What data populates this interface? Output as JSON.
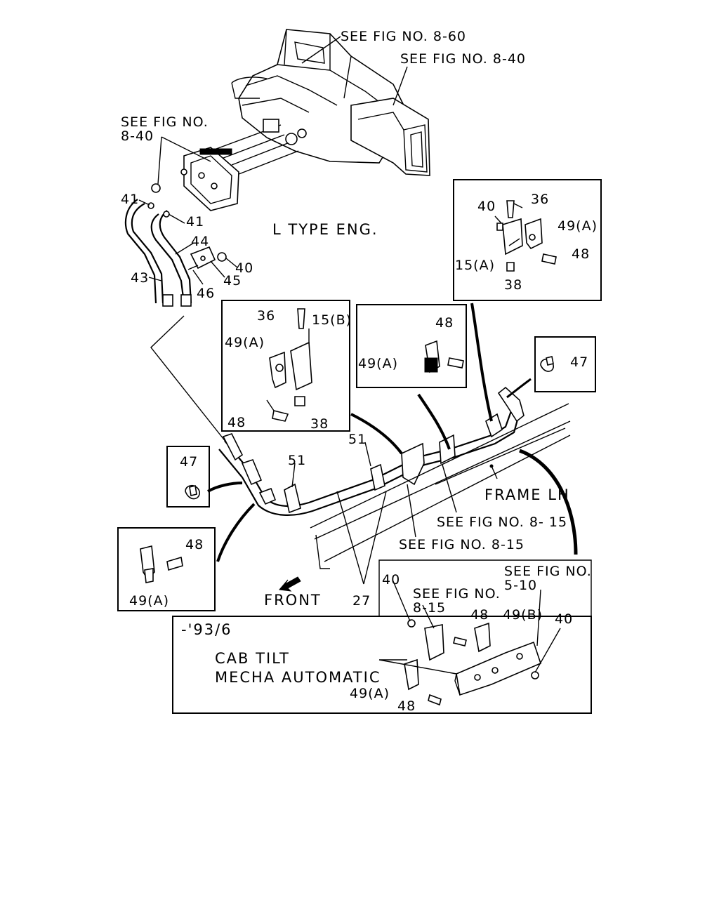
{
  "labels": {
    "see_fig_8_60": "SEE FIG NO. 8-60",
    "see_fig_8_40_top": "SEE FIG NO. 8-40",
    "see_fig_no_left_1": "SEE FIG NO.",
    "see_fig_no_left_2": "8-40",
    "type_eng": "L TYPE ENG.",
    "frame_lh": "FRAME LH",
    "see_fig_8_15_a": "SEE FIG NO. 8- 15",
    "see_fig_8_15_b": "SEE FIG NO. 8-15",
    "front": "FRONT",
    "date_code": "-'93/6",
    "cab_tilt": "CAB TILT",
    "mecha_automatic": "MECHA AUTOMATIC",
    "see_fig_5_10_1": "SEE FIG NO.",
    "see_fig_5_10_2": "5-10",
    "see_fig_8_15_c1": "SEE FIG NO.",
    "see_fig_8_15_c2": "8-15"
  },
  "callouts": {
    "p41a": "41",
    "p41b": "41",
    "p44": "44",
    "p43": "43",
    "p46": "46",
    "p45": "45",
    "p40a": "40",
    "p36a": "36",
    "p40b": "40",
    "p49a1": "49(A)",
    "p48a": "48",
    "p15a": "15(A)",
    "p38a": "38",
    "p36b": "36",
    "p15b": "15(B)",
    "p49a2": "49(A)",
    "p48b": "48",
    "p38b": "38",
    "p48c": "48",
    "p49a3": "49(A)",
    "p47a": "47",
    "p47b": "47",
    "p51a": "51",
    "p51b": "51",
    "p48d": "48",
    "p49a4": "49(A)",
    "p27": "27",
    "p40c": "40",
    "p48e": "48",
    "p49b": "49(B)",
    "p40d": "40",
    "p49a5": "49(A)",
    "p48f": "48"
  }
}
